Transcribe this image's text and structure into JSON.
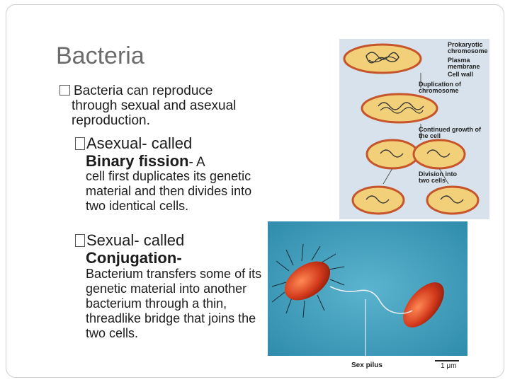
{
  "slide": {
    "title": "Bacteria",
    "bullet1": {
      "lead": "Bacteria can reproduce",
      "rest": "through sexual and asexual reproduction."
    },
    "asexual": {
      "heading": "Asexual- called",
      "term": "Binary fission",
      "tail": "- A",
      "description": "cell first duplicates its genetic material and then divides into two identical cells."
    },
    "sexual": {
      "heading": "Sexual- called",
      "term": "Conjugation",
      "tail": "-",
      "description": "Bacterium transfers some of its genetic material into another bacterium through a thin, threadlike bridge that joins the two cells."
    }
  },
  "diagram": {
    "labels": {
      "prokaryotic": "Prokaryotic chromosome",
      "plasma": "Plasma membrane",
      "wall": "Cell wall",
      "duplication": "Duplication of chromosome",
      "growth": "Continued growth of the cell",
      "division": "Division into two cells"
    }
  },
  "photo": {
    "pilus_label": "Sex pilus",
    "scale_label": "1 μm"
  },
  "colors": {
    "title": "#6b6b6b",
    "cell_fill": "#f2d07a",
    "cell_edge": "#c6552c",
    "photo_bg": "#3d9fbd",
    "bacterium": "#d23a1c"
  }
}
